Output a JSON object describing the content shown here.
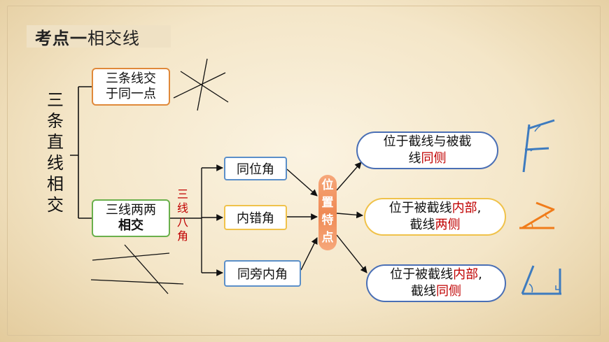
{
  "title": {
    "prefix": "考点一",
    "main": "相交线"
  },
  "root": [
    "三",
    "条",
    "直",
    "线",
    "相",
    "交"
  ],
  "branch_top": {
    "line1": "三条线交",
    "line2": "于同一点"
  },
  "branch_bottom": {
    "line1": "三线两两",
    "line2": "相交"
  },
  "three_lines_label": [
    "三",
    "线",
    "八",
    "角"
  ],
  "angles": [
    "同位角",
    "内错角",
    "同旁内角"
  ],
  "position_label": [
    "位",
    "置",
    "特",
    "点"
  ],
  "results": [
    {
      "line1": "位于截线与被截",
      "line2_a": "线",
      "line2_b": "同侧"
    },
    {
      "line1_a": "位于被截线",
      "line1_b": "内部",
      "line1_c": ",",
      "line2_a": "截线",
      "line2_b": "两侧"
    },
    {
      "line1_a": "位于被截线",
      "line1_b": "内部",
      "line1_c": ",",
      "line2_a": "截线",
      "line2_b": "同侧"
    }
  ],
  "colors": {
    "orange_border": "#e0893a",
    "green_border": "#6ab04c",
    "blue_border": "#4a6fb5",
    "yellow_border": "#f0c24a",
    "accent_red": "#c00000",
    "pill": "#ef8a55",
    "diagram_blue": "#3d7bbf",
    "diagram_orange": "#f07c1a"
  }
}
